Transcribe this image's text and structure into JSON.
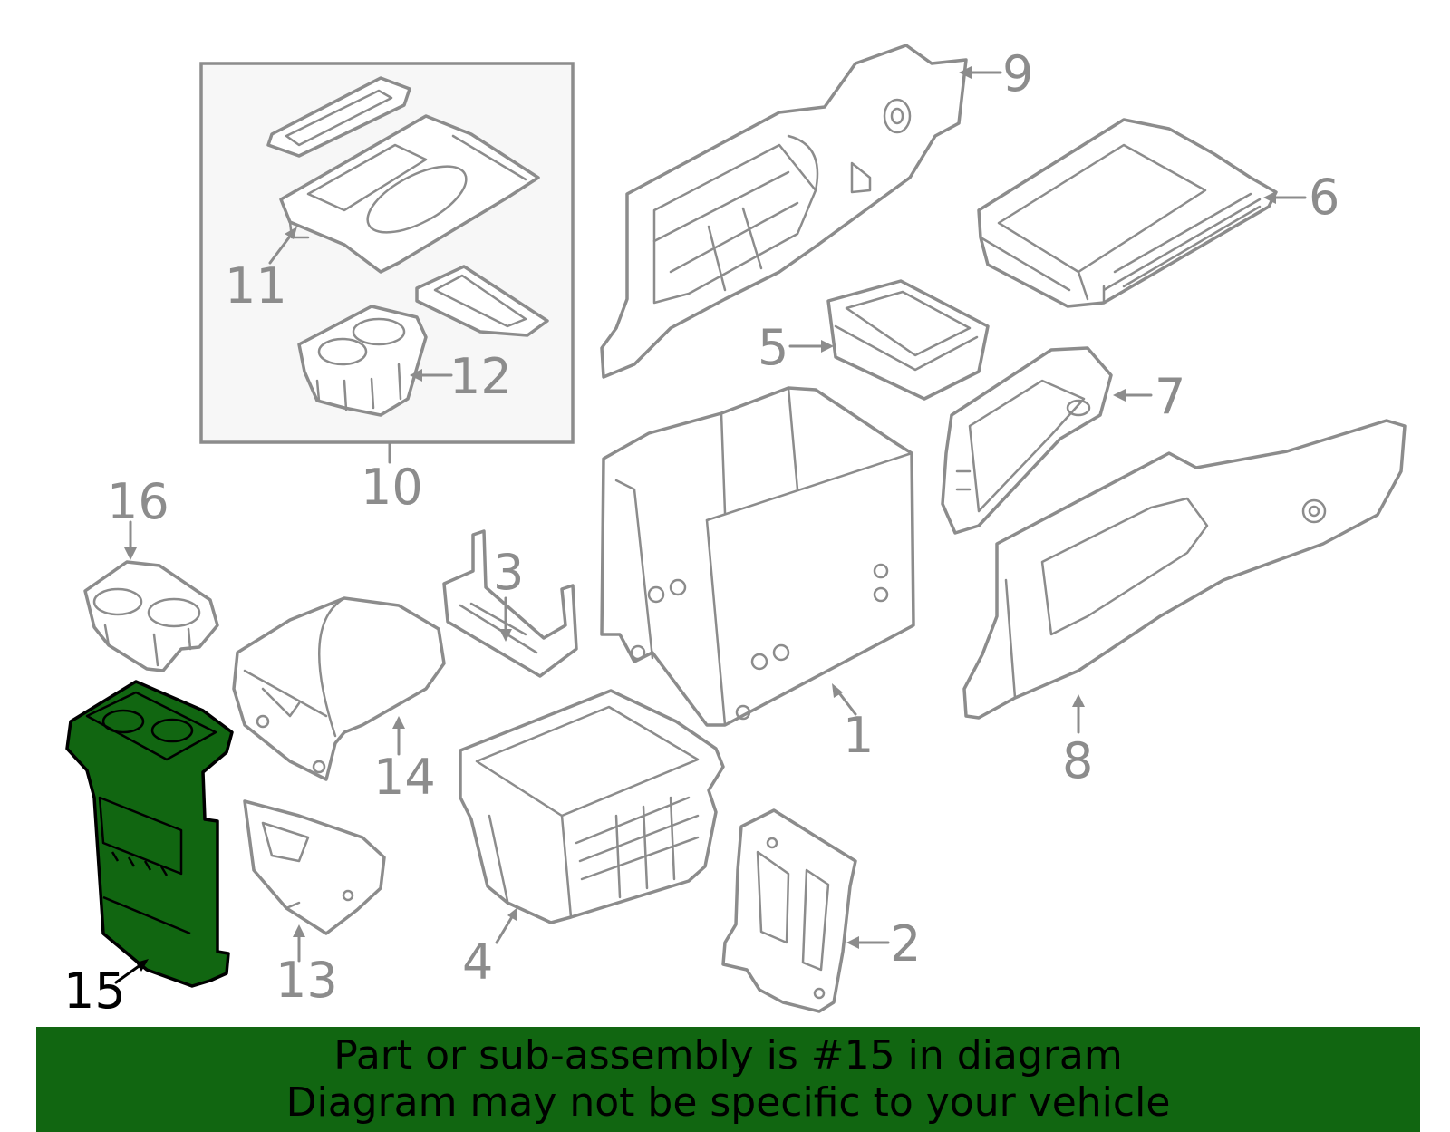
{
  "callouts": [
    {
      "id": "1",
      "label": "1",
      "highlighted": false
    },
    {
      "id": "2",
      "label": "2",
      "highlighted": false
    },
    {
      "id": "3",
      "label": "3",
      "highlighted": false
    },
    {
      "id": "4",
      "label": "4",
      "highlighted": false
    },
    {
      "id": "5",
      "label": "5",
      "highlighted": false
    },
    {
      "id": "6",
      "label": "6",
      "highlighted": false
    },
    {
      "id": "7",
      "label": "7",
      "highlighted": false
    },
    {
      "id": "8",
      "label": "8",
      "highlighted": false
    },
    {
      "id": "9",
      "label": "9",
      "highlighted": false
    },
    {
      "id": "10",
      "label": "10",
      "highlighted": false
    },
    {
      "id": "11",
      "label": "11",
      "highlighted": false
    },
    {
      "id": "12",
      "label": "12",
      "highlighted": false
    },
    {
      "id": "13",
      "label": "13",
      "highlighted": false
    },
    {
      "id": "14",
      "label": "14",
      "highlighted": false
    },
    {
      "id": "15",
      "label": "15",
      "highlighted": true
    },
    {
      "id": "16",
      "label": "16",
      "highlighted": false
    }
  ],
  "banner": {
    "line1": "Part or sub-assembly is #15 in diagram",
    "line2": "Diagram may not be specific to your vehicle"
  },
  "colors": {
    "highlight": "#116611",
    "line": "#8c8c8c",
    "subassembly_box": "#f7f7f7"
  }
}
